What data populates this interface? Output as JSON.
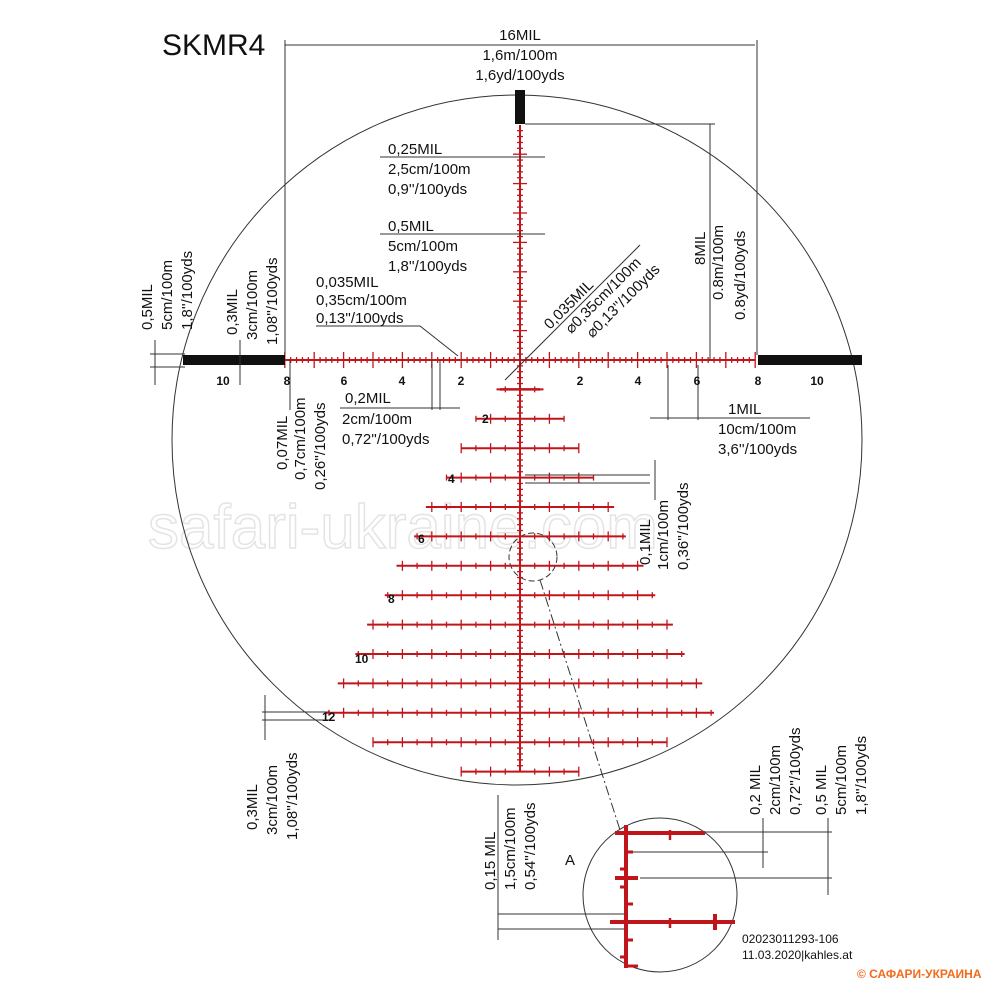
{
  "title": "SKMR4",
  "top_dim": [
    "16MIL",
    "1,6m/100m",
    "1,6yd/100yds"
  ],
  "dim_025": [
    "0,25MIL",
    "2,5cm/100m",
    "0,9''/100yds"
  ],
  "dim_05": [
    "0,5MIL",
    "5cm/100m",
    "1,8''/100yds"
  ],
  "dim_0035": [
    "0,035MIL",
    "0,35cm/100m",
    "0,13''/100yds"
  ],
  "dim_0035_diag": [
    "0,035MIL",
    "⌀0,35cm/100m",
    "⌀0,13''/100yds"
  ],
  "dim_8mil": [
    "8MIL",
    "0.8m/100m",
    "0.8yd/100yds"
  ],
  "dim_left_05": [
    "0,5MIL",
    "5cm/100m",
    "1,8''/100yds"
  ],
  "dim_left_03": [
    "0,3MIL",
    "3cm/100m",
    "1,08''/100yds"
  ],
  "dim_02": [
    "0,2MIL",
    "2cm/100m",
    "0,72''/100yds"
  ],
  "dim_007": [
    "0,07MIL",
    "0,7cm/100m",
    "0,26''/100yds"
  ],
  "dim_1mil": [
    "1MIL",
    "10cm/100m",
    "3,6''/100yds"
  ],
  "dim_01": [
    "0,1MIL",
    "1cm/100m",
    "0,36''/100yds"
  ],
  "dim_low_03": [
    "0,3MIL",
    "3cm/100m",
    "1,08''/100yds"
  ],
  "dim_015": [
    "0,15 MIL",
    "1,5cm/100m",
    "0,54''/100yds"
  ],
  "dim_A_02": [
    "0,2 MIL",
    "2cm/100m",
    "0,72''/100yds"
  ],
  "dim_A_05": [
    "0,5 MIL",
    "5cm/100m",
    "1,8''/100yds"
  ],
  "h_scale_left": [
    "10",
    "8",
    "6",
    "4",
    "2"
  ],
  "h_scale_right": [
    "2",
    "4",
    "6",
    "8",
    "10"
  ],
  "v_scale": [
    "2",
    "4",
    "6",
    "8",
    "10",
    "12"
  ],
  "detail_label": "A",
  "drawing_number": "02023011293-106",
  "date_source": "11.03.2020|kahles.at",
  "watermark": "safari-ukraine.com",
  "copyright": "© САФАРИ-УКРАИНА",
  "colors": {
    "reticle": "#c0161b",
    "copyright": "#f26b1d"
  }
}
